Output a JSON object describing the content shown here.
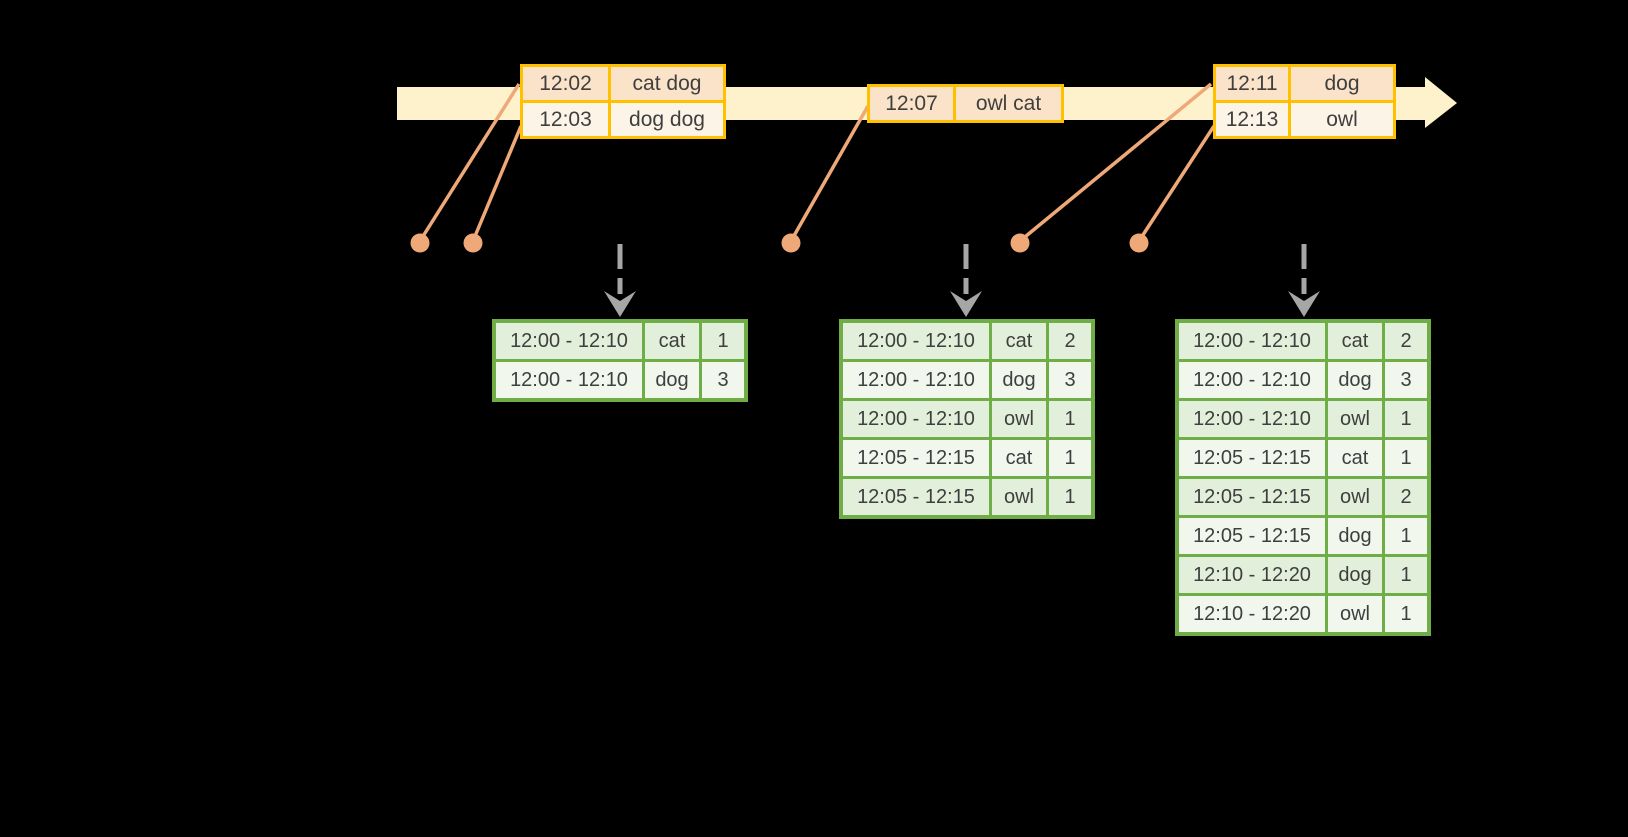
{
  "colors": {
    "background": "#000000",
    "timeline_band": "#FDF2CC",
    "event_table_border": "#FFC000",
    "event_row_peach": "#FAE3C8",
    "event_row_cream": "#FDF4E8",
    "marker_orange": "#EFA877",
    "result_table_border": "#6FAD47",
    "result_row_green": "#E2EFDA",
    "result_row_white": "#F2F7EE",
    "trigger_arrow_gray": "#A6A6A6",
    "text": "#3F3F3F"
  },
  "event_tables": [
    {
      "rows": [
        {
          "time": "12:02",
          "words": "cat dog"
        },
        {
          "time": "12:03",
          "words": "dog dog"
        }
      ]
    },
    {
      "rows": [
        {
          "time": "12:07",
          "words": "owl cat"
        }
      ]
    },
    {
      "rows": [
        {
          "time": "12:11",
          "words": "dog"
        },
        {
          "time": "12:13",
          "words": "owl"
        }
      ]
    }
  ],
  "result_tables": [
    {
      "rows": [
        [
          "12:00 - 12:10",
          "cat",
          "1"
        ],
        [
          "12:00 - 12:10",
          "dog",
          "3"
        ]
      ]
    },
    {
      "rows": [
        [
          "12:00 - 12:10",
          "cat",
          "2"
        ],
        [
          "12:00 - 12:10",
          "dog",
          "3"
        ],
        [
          "12:00 - 12:10",
          "owl",
          "1"
        ],
        [
          "12:05 - 12:15",
          "cat",
          "1"
        ],
        [
          "12:05 - 12:15",
          "owl",
          "1"
        ]
      ]
    },
    {
      "rows": [
        [
          "12:00 - 12:10",
          "cat",
          "2"
        ],
        [
          "12:00 - 12:10",
          "dog",
          "3"
        ],
        [
          "12:00 - 12:10",
          "owl",
          "1"
        ],
        [
          "12:05 - 12:15",
          "cat",
          "1"
        ],
        [
          "12:05 - 12:15",
          "owl",
          "2"
        ],
        [
          "12:05 - 12:15",
          "dog",
          "1"
        ],
        [
          "12:10 - 12:20",
          "dog",
          "1"
        ],
        [
          "12:10 - 12:20",
          "owl",
          "1"
        ]
      ]
    }
  ]
}
